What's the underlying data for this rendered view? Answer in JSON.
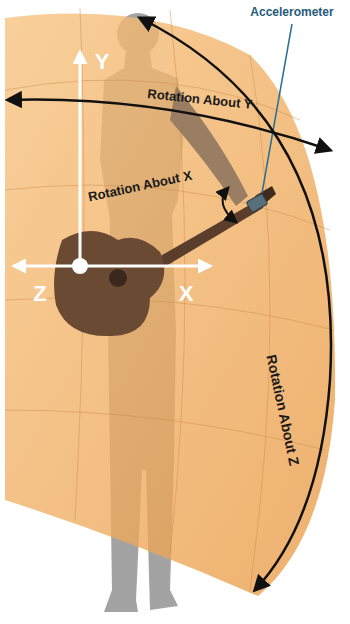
{
  "diagram": {
    "labels": [
      "Accelerometer",
      "Y",
      "Z",
      "X",
      "Rotation About Y",
      "Rotation About X",
      "Rotation About Z"
    ]
  }
}
